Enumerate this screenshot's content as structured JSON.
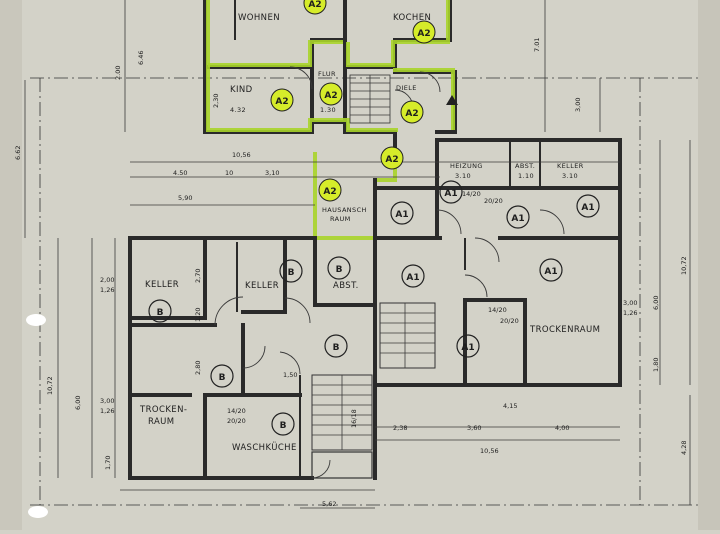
{
  "rooms": {
    "wohnen": "WOHNEN",
    "kochen": "KOCHEN",
    "kind": "KIND",
    "kind_area": "4.32",
    "flur": "FLUR",
    "flur_area": "1.30",
    "diele": "DIELE",
    "heizung": "HEIZUNG",
    "heizung_area": "3.10",
    "abst_top": "ABST.",
    "abst_top_area": "1.10",
    "keller_top": "KELLER",
    "keller_top_area": "3.10",
    "hausanschluss": "HAUSANSCH",
    "hausanschluss_2": "RAUM",
    "keller_left": "KELLER",
    "keller_mid": "KELLER",
    "abst_mid": "ABST.",
    "trockenraum_left": "TROCKEN-",
    "trockenraum_left_2": "RAUM",
    "waschkuche": "WASCHKÜCHE",
    "trockenraum_right": "TROCKENRAUM"
  },
  "tags": {
    "a1": "A1",
    "a2": "A2",
    "b": "B"
  },
  "dimensions": {
    "d_1056_top": "10,56",
    "d_450": "4.50",
    "d_10": "10",
    "d_310": "3,10",
    "d_590": "5,90",
    "d_662": "6.62",
    "d_1072_left": "10,72",
    "d_1072_right": "10,72",
    "d_1056_bottom": "10,56",
    "d_238": "2,38",
    "d_360": "3,60",
    "d_400": "4,00",
    "d_562": "5,62",
    "d_428": "4,28",
    "d_600_left": "6,00",
    "d_600_right": "6,00",
    "d_300_126_left": "3,00",
    "d_126_left": "1,26",
    "d_300_126_right": "3,00",
    "d_126_right": "1,26",
    "d_200_126": "2,00",
    "d_126_b": "1,26",
    "d_150": "1,50",
    "d_280": "2,80",
    "d_270": "2,70",
    "d_120": "1,20",
    "d_180": "1,80",
    "d_170": "1,70",
    "d_1420": "14/20",
    "d_2020": "20/20",
    "d_1618": "16/18",
    "d_415": "4,15",
    "d_701": "7.01",
    "d_646": "6.46",
    "d_200_top": "2.00",
    "d_230": "2,30",
    "d_300_top": "3,00"
  }
}
